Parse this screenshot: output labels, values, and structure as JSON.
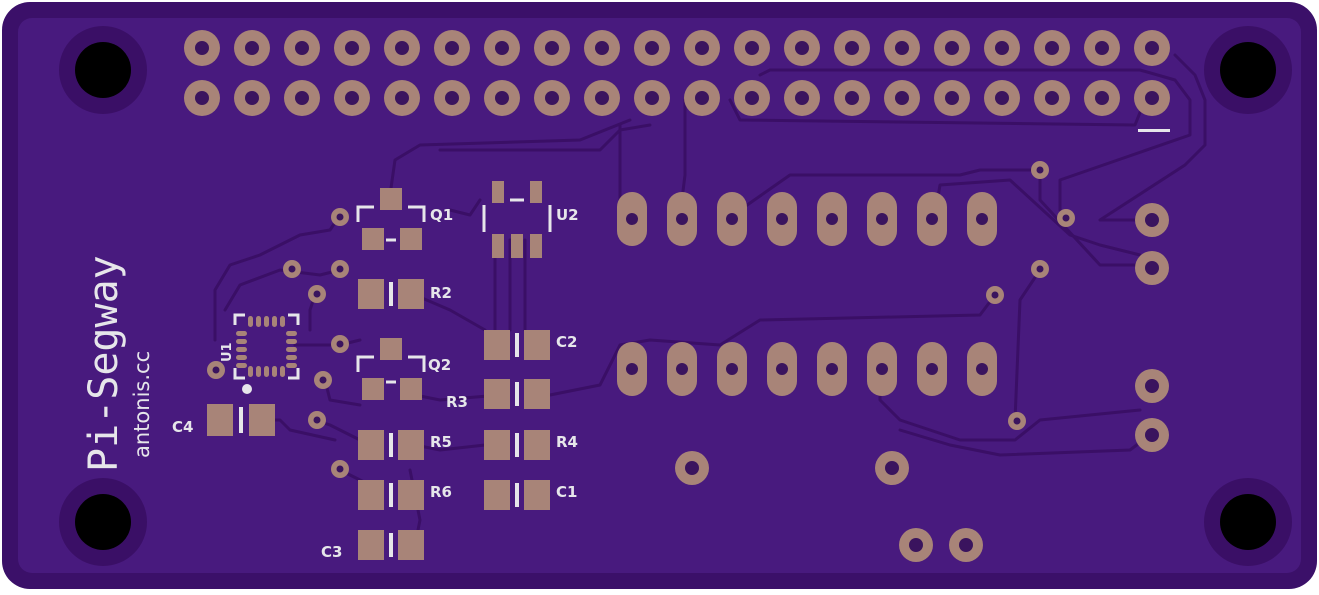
{
  "board": {
    "title": "Pi-Segway",
    "url": "antonis.cc"
  },
  "colors": {
    "board": "#481a7e",
    "board_edge": "#3b1069",
    "trace": "#3e106b",
    "pad": "#a88478",
    "pad_dark": "#3a145e",
    "silk": "#e6e6ea",
    "hole": "#000000"
  },
  "labels": {
    "q1": "Q1",
    "u2": "U2",
    "r2": "R2",
    "q2": "Q2",
    "c2": "C2",
    "r3": "R3",
    "r4": "R4",
    "r5": "R5",
    "r6": "R6",
    "c1": "C1",
    "c3": "C3",
    "c4": "C4",
    "u1": "U1"
  },
  "header": {
    "rows": 2,
    "columns": 20
  },
  "dip": {
    "pins_per_side": 8
  },
  "icons": [
    "mounting-hole-icon",
    "through-hole-pad-icon",
    "smd-pad-icon",
    "via-icon"
  ]
}
